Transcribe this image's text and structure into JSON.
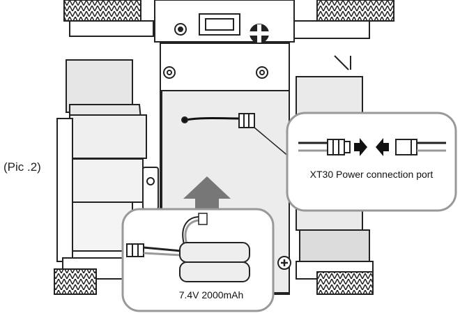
{
  "figure": {
    "pic_label": "(Pic .2)",
    "connector_callout": {
      "text": "XT30 Power connection port",
      "icons": [
        "male-plug-icon",
        "arrow-right-icon",
        "arrow-left-icon",
        "female-plug-icon"
      ]
    },
    "battery_callout": {
      "text": "7.4V 2000mAh",
      "icons": [
        "battery-pack-icon",
        "xt30-plug-icon",
        "balance-plug-icon"
      ]
    },
    "insert_arrow": {
      "icon": "arrow-up-icon"
    }
  }
}
